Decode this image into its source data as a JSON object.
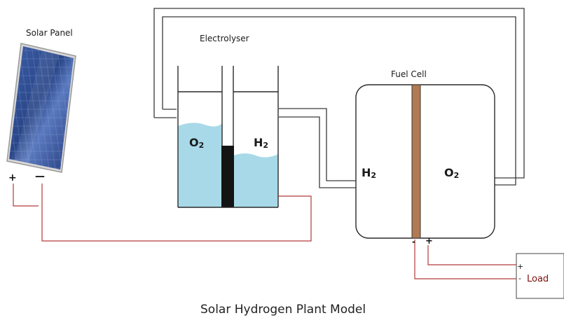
{
  "solar_panel": {
    "label": "Solar Panel",
    "plus": "+",
    "minus": "—"
  },
  "electrolyser": {
    "label": "Electrolyser",
    "left_gas": {
      "symbol": "O",
      "sub": "2"
    },
    "right_gas": {
      "symbol": "H",
      "sub": "2"
    }
  },
  "fuel_cell": {
    "label": "Fuel Cell",
    "left_gas": {
      "symbol": "H",
      "sub": "2"
    },
    "right_gas": {
      "symbol": "O",
      "sub": "2"
    },
    "minus": "-",
    "plus": "+"
  },
  "load": {
    "label": "Load",
    "plus": "+",
    "minus": "-"
  },
  "caption": "Solar Hydrogen Plant Model",
  "colors": {
    "water": "#a8d9e8",
    "wire": "#b23b3b",
    "membrane": "#b07a52",
    "panel": "#2d4a8a"
  }
}
